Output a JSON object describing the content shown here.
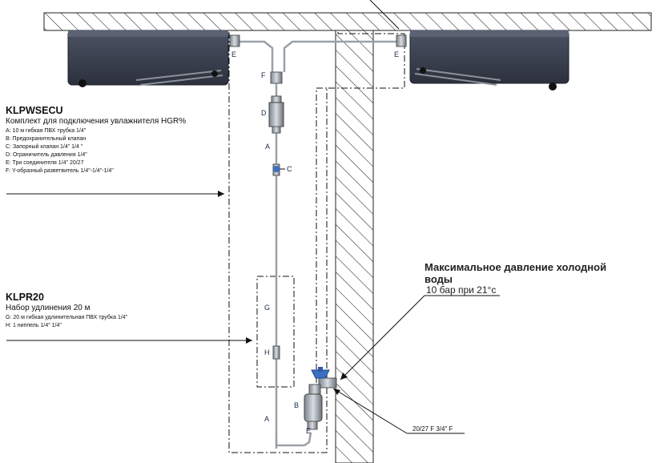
{
  "kit": {
    "title": "KLPWSECU",
    "subtitle": "Комплект для подключения увлажнителя HGR%",
    "items": [
      "A: 10 м гибкая ПВХ трубка  1/4\"",
      "B: Предохранительный клапан",
      "C: Запорный клапан 1/4\" 1/4 \"",
      "D: Ограничитель давления  1/4\"",
      "E: Три соединителя 1/4\" 20/27",
      "F: Y-образный разветвитель   1/4\"-1/4\"-1/4\""
    ]
  },
  "extension": {
    "title": "KLPR20",
    "subtitle": "Набор удлинения 20 м",
    "items": [
      "G: 20 м гибкая удлинительная ПВХ трубка 1/4\"",
      "H: 1 ниппель 1/4\" 1/4\""
    ]
  },
  "pressure": {
    "heading_line1": "Максимальное давление холодной",
    "heading_line2": "воды",
    "value": "10 бар при 21°c"
  },
  "connection_spec": "20/27 F  3/4\" F",
  "part_labels": {
    "E_left": "E",
    "E_right": "E",
    "F": "F",
    "D": "D",
    "A_top": "A",
    "C": "C",
    "G": "G",
    "H": "H",
    "A_bottom": "A",
    "B": "B",
    "E_bottom": "E"
  },
  "colors": {
    "humidifier_body": "#3a4150",
    "valve_handle": "#3a6fc4",
    "pipe": "#9aa0a8",
    "wall_hatch": "#222222"
  }
}
